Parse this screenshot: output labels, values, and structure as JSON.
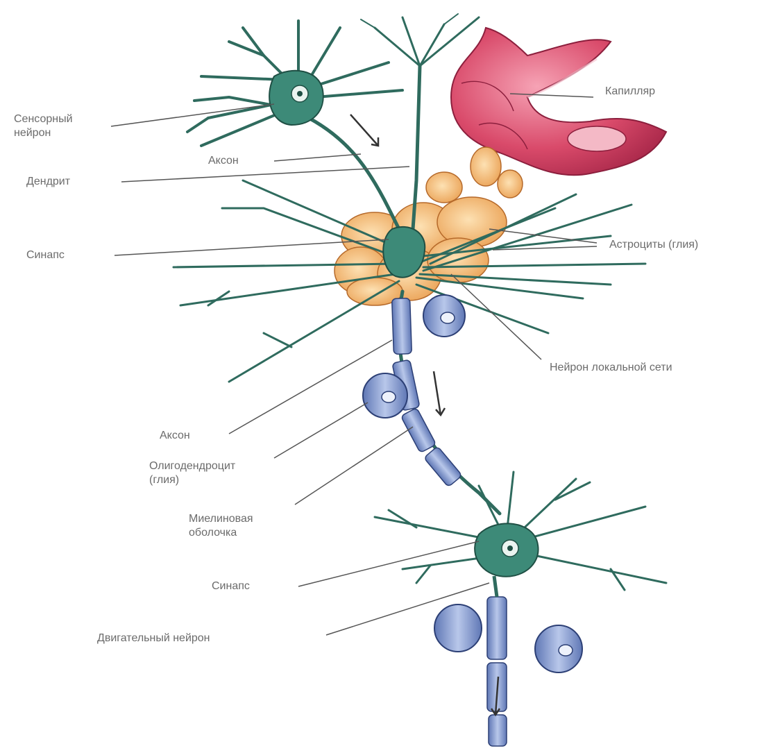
{
  "labels": {
    "sensory_neuron": "Сенсорный\nнейрон",
    "capillary": "Капилляр",
    "axon_top": "Аксон",
    "dendrite": "Дендрит",
    "synapse_top": "Синапс",
    "astrocytes": "Астроциты (глия)",
    "local_neuron": "Нейрон локальной сети",
    "axon_bottom": "Аксон",
    "oligodendrocyte": "Олигодендроцит\n(глия)",
    "myelin": "Миелиновая\nоболочка",
    "synapse_bottom": "Синапс",
    "motor_neuron": "Двигательный нейрон"
  },
  "colors": {
    "neuron": "#2f6b5e",
    "neuron_body": "#3d8a78",
    "astrocyte": "#f0b26a",
    "capillary": "#d94a6a",
    "myelin": "#7f95c9",
    "leader_line": "#555555",
    "label_text": "#6b6b6b"
  }
}
